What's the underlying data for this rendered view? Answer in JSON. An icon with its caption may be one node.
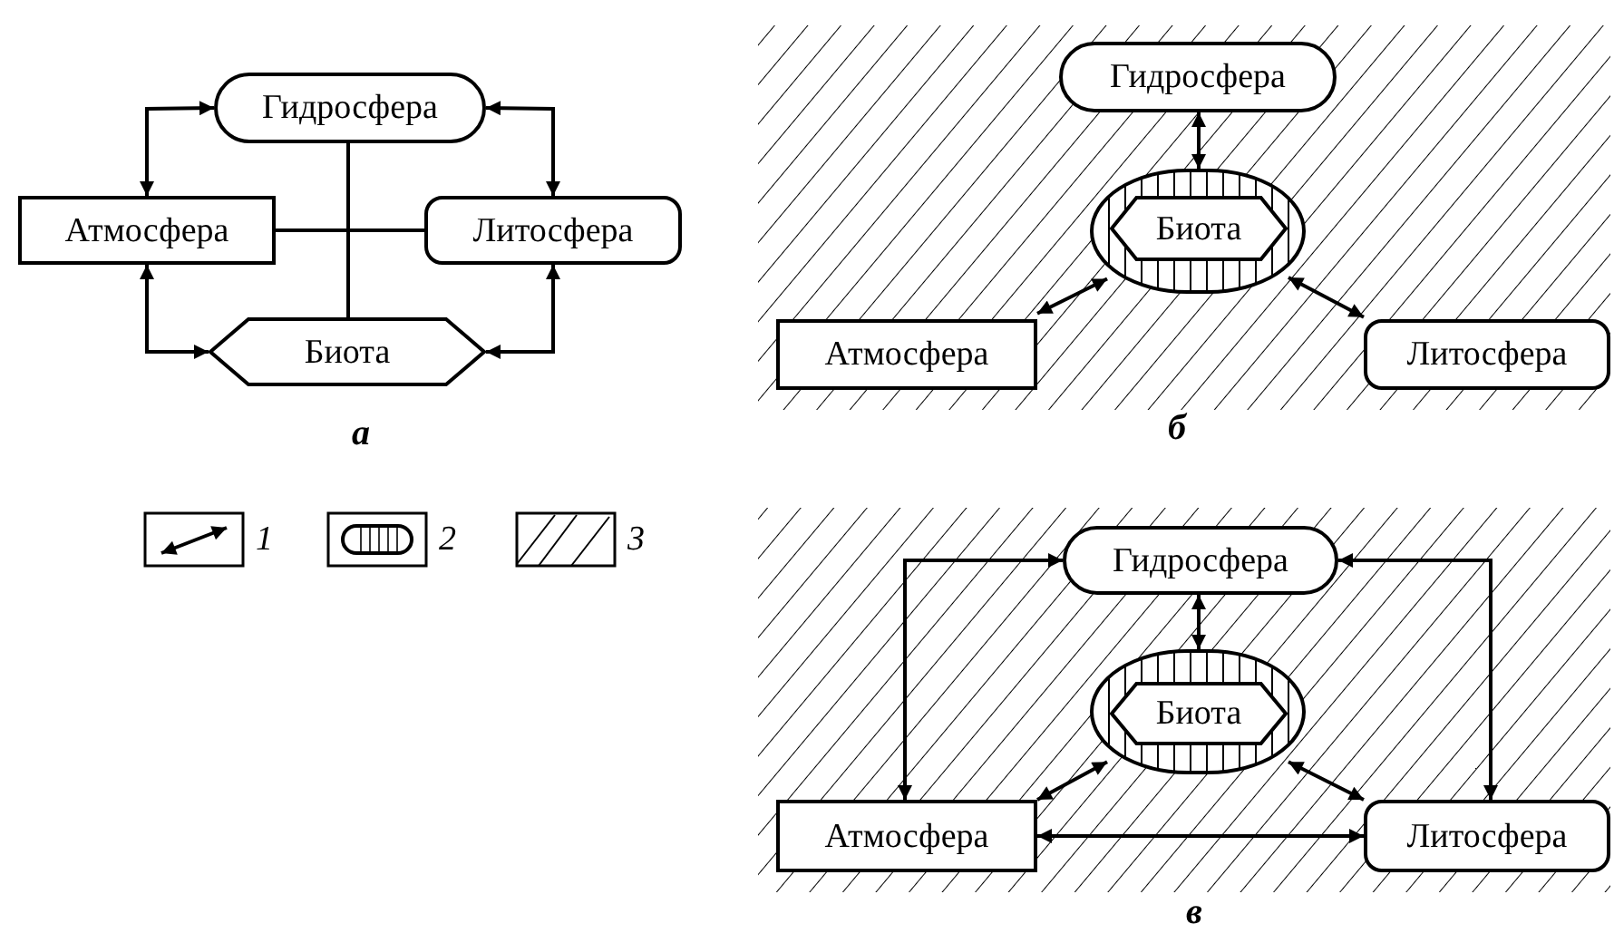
{
  "diagram": {
    "nodes": [
      {
        "text": [
          "Гидросфера"
        ]
      },
      {
        "text": [
          "Атмосфера"
        ]
      },
      {
        "text": [
          "Литосфера"
        ]
      },
      {
        "text": [
          "Биота"
        ]
      },
      {
        "text": [
          "Гидросфера"
        ]
      },
      {
        "text": [],
        "shape": "oval"
      },
      {
        "text": [
          "Биота"
        ],
        "in": 5
      },
      {
        "text": [
          "Атмосфера"
        ]
      },
      {
        "text": [
          "Литосфера"
        ]
      },
      {
        "text": [
          "Гидросфера"
        ]
      },
      {
        "text": [],
        "shape": "oval"
      },
      {
        "text": [
          "Биота"
        ],
        "in": 10
      },
      {
        "text": [
          "Атмосфера"
        ]
      },
      {
        "text": [
          "Литосфера"
        ]
      }
    ],
    "edges": [
      {
        "from": 0,
        "to": 1,
        "arrow": "both"
      },
      {
        "from": 0,
        "to": 2,
        "arrow": "both"
      },
      {
        "from": 1,
        "to": 3,
        "arrow": "both"
      },
      {
        "from": 2,
        "to": 3,
        "arrow": "both"
      },
      {
        "from": 0,
        "to": 3,
        "arrow": "none"
      },
      {
        "from": 1,
        "to": 2,
        "arrow": "none"
      },
      {
        "from": 4,
        "to": 5,
        "arrow": "both"
      },
      {
        "from": 7,
        "to": 5,
        "arrow": "both"
      },
      {
        "from": 8,
        "to": 5,
        "arrow": "both"
      },
      {
        "from": 9,
        "to": 10,
        "arrow": "both"
      },
      {
        "from": 12,
        "to": 10,
        "arrow": "both"
      },
      {
        "from": 13,
        "to": 10,
        "arrow": "both"
      },
      {
        "from": 9,
        "to": 12,
        "arrow": "both"
      },
      {
        "from": 9,
        "to": 13,
        "arrow": "both"
      },
      {
        "from": 12,
        "to": 13,
        "arrow": "both"
      }
    ],
    "labels": [
      "а",
      "б",
      "в"
    ],
    "legend": [
      {
        "text": "1"
      },
      {
        "text": "2"
      },
      {
        "text": "3"
      }
    ]
  }
}
